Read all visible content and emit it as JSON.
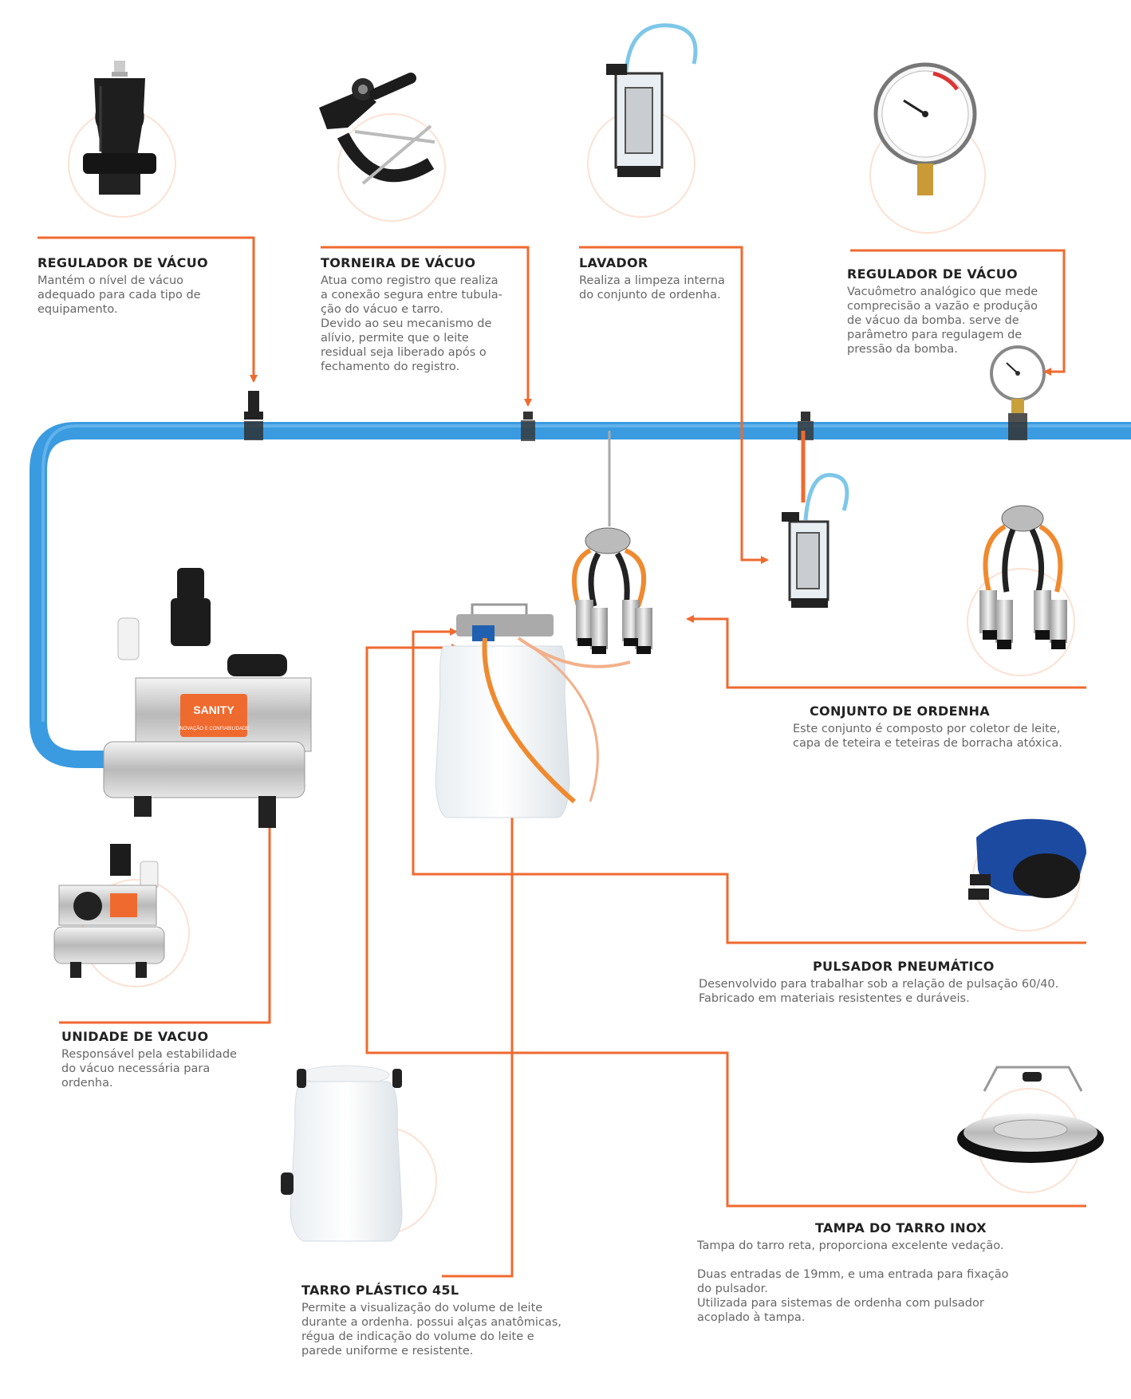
{
  "colors": {
    "pipe": "#3a9be0",
    "accent": "#ef6a2f",
    "text": "#555555",
    "heading": "#222222"
  },
  "items": {
    "regulador_vacuo_1": {
      "title": "REGULADOR DE VÁCUO",
      "lines": [
        "Mantém o nível de vácuo",
        "adequado para cada tipo de",
        "equipamento."
      ],
      "icon": "vacuum-regulator-icon"
    },
    "torneira": {
      "title": "TORNEIRA DE VÁCUO",
      "lines": [
        "Atua como registro que realiza",
        "a conexão segura entre tubula-",
        "ção do vácuo e tarro.",
        "Devido ao seu mecanismo de",
        "alívio, permite que o leite",
        "residual seja liberado após o",
        "fechamento do registro."
      ],
      "icon": "vacuum-tap-icon"
    },
    "lavador": {
      "title": "LAVADOR",
      "lines": [
        "Realiza a limpeza interna",
        "do conjunto de ordenha."
      ],
      "icon": "washer-icon"
    },
    "regulador_vacuo_2": {
      "title": "REGULADOR DE VÁCUO",
      "lines": [
        "Vacuômetro analógico que mede",
        "comprecisão a vazão e produção",
        "de vácuo da bomba. serve de",
        "parâmetro para regulagem de",
        "pressão da bomba."
      ],
      "icon": "vacuum-gauge-icon"
    },
    "conjunto": {
      "title": "CONJUNTO DE ORDENHA",
      "lines": [
        "Este conjunto é composto por coletor de leite,",
        "capa de teteira e teteiras de borracha atóxica."
      ],
      "icon": "milking-cluster-icon"
    },
    "pulsador": {
      "title": "PULSADOR PNEUMÁTICO",
      "lines": [
        "Desenvolvido para trabalhar sob a relação de pulsação 60/40.",
        "Fabricado em materiais resistentes e duráveis."
      ],
      "icon": "pulsator-icon"
    },
    "tampa": {
      "title": "TAMPA DO TARRO INOX",
      "lines1": [
        "Tampa do tarro reta, proporciona excelente vedação."
      ],
      "lines2": [
        "Duas entradas de 19mm, e uma entrada para fixação",
        "do pulsador.",
        "Utilizada para sistemas de ordenha com pulsador",
        "acoplado à tampa."
      ],
      "icon": "bucket-lid-icon"
    },
    "unidade": {
      "title": "UNIDADE DE VACUO",
      "lines": [
        "Responsável pela estabilidade",
        "do vácuo necessária para",
        " ordenha."
      ],
      "icon": "vacuum-unit-icon"
    },
    "tarro": {
      "title": "TARRO PLÁSTICO 45L",
      "lines": [
        "Permite a visualização do volume de leite",
        "durante a ordenha. possui alças anatômicas,",
        "régua de indicação do volume do leite e",
        "parede uniforme e resistente."
      ],
      "icon": "plastic-bucket-icon"
    }
  },
  "brand": {
    "logo": "SANITY",
    "tagline": "INOVAÇÃO E CONFIABILIDADE"
  }
}
